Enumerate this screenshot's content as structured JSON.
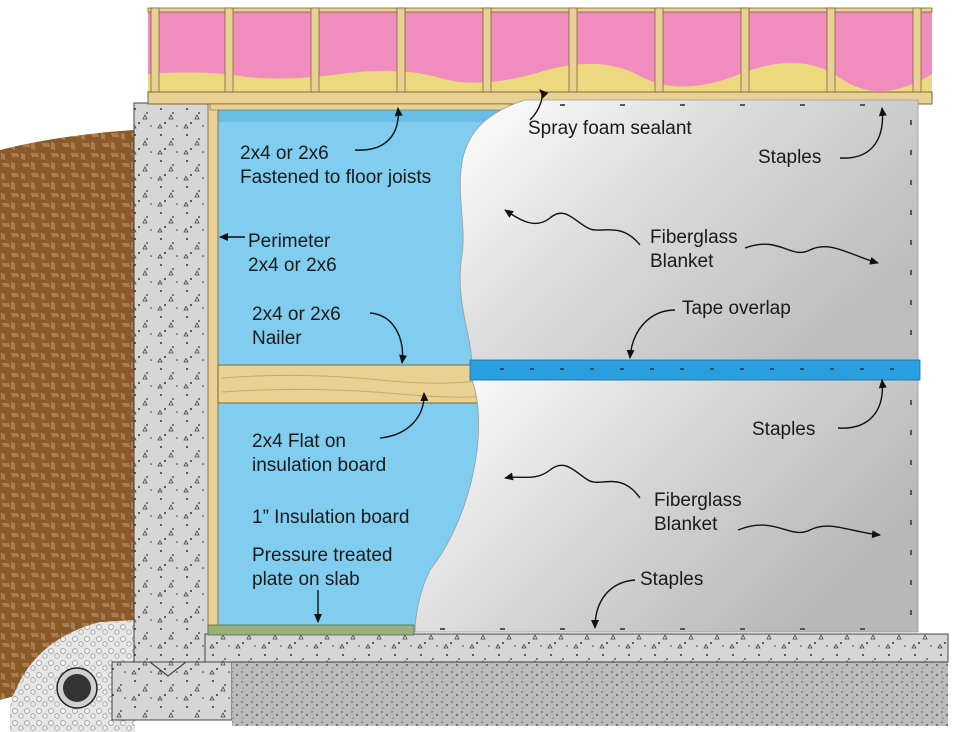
{
  "labels": {
    "spray_foam": "Spray foam sealant",
    "staples_top": "Staples",
    "fastened_line1": "2x4 or 2x6",
    "fastened_line2": "Fastened to floor joists",
    "perimeter_line1": "Perimeter",
    "perimeter_line2": "2x4 or 2x6",
    "fiberglass_top_line1": "Fiberglass",
    "fiberglass_top_line2": "Blanket",
    "nailer_line1": "2x4 or 2x6",
    "nailer_line2": "Nailer",
    "tape_overlap": "Tape overlap",
    "staples_mid": "Staples",
    "flat_line1": "2x4 Flat on",
    "flat_line2": "insulation board",
    "fiberglass_bottom_line1": "Fiberglass",
    "fiberglass_bottom_line2": "Blanket",
    "insulation_board": "1” Insulation board",
    "pressure_line1": "Pressure treated",
    "pressure_line2": "plate on slab",
    "staples_bottom": "Staples"
  },
  "colors": {
    "soil": "#8a5a2b",
    "concrete": "#d6d6d6",
    "foam_board": "#80cdf0",
    "lumber": "#e9d193",
    "batt_insulation": "#f08cbe",
    "spray_foam": "#ecd97f",
    "tape": "#2a9fe0",
    "blanket": "#e0e0e0",
    "gravel": "#bcbcbc",
    "pipe": "#333333"
  }
}
